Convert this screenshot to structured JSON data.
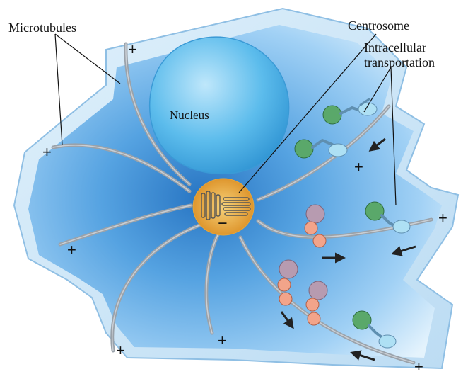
{
  "labels": {
    "microtubules": "Microtubules",
    "centrosome": "Centrosome",
    "intracellular_line1": "Intracellular",
    "intracellular_line2": "transportation",
    "nucleus": "Nucleus",
    "minus_end": "−",
    "plus_end": "+"
  },
  "colors": {
    "cell_light": "#d7ecfb",
    "cell_mid": "#6ab2ea",
    "cell_dark": "#1f6fc0",
    "nucleus": "#49aee8",
    "centrosome": "#f0b040",
    "microtubule": "#9aa2aa",
    "kinesin_head": "#5aa86a",
    "dynein_head": "#b79bb0",
    "dynein_ring": "#f2a48a",
    "cargo": "#aee0f4",
    "arrow": "#222222"
  },
  "icons": {
    "kinesin_motor": "kinesin-motor-icon",
    "dynein_motor": "dynein-motor-icon",
    "direction_arrow": "direction-arrow-icon"
  }
}
